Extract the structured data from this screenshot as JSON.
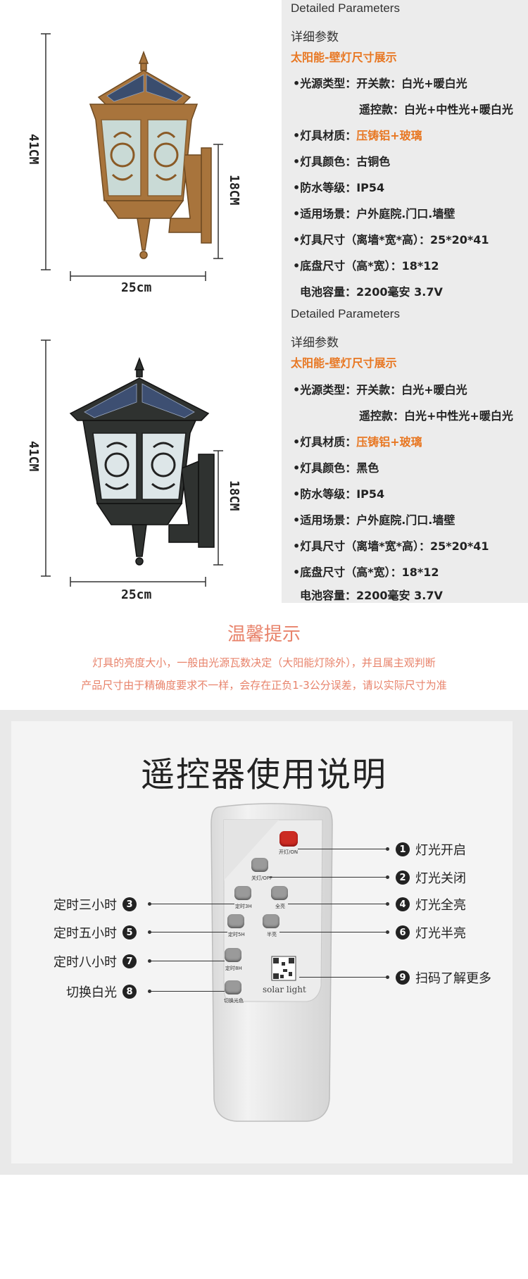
{
  "products": [
    {
      "header_en": "Detailed Parameters",
      "header_cn": "详细参数",
      "subtitle": "太阳能-壁灯尺寸展示",
      "specs": {
        "light_type_label": "•光源类型：",
        "light_type_a": "开关款：白光+暖白光",
        "light_type_b": "遥控款：白光+中性光+暖白光",
        "material_label": "•灯具材质：",
        "material_value": "压铸铝+玻璃",
        "color_line": "•灯具颜色：古铜色",
        "waterproof_line": "•防水等级：IP54",
        "scene_line": "•适用场景：户外庭院.门口.墙壁",
        "size_line": "•灯具尺寸（离墙*宽*高）：25*20*41",
        "base_line": "•底盘尺寸（高*宽）：18*12",
        "battery_line": "电池容量：2200毫安 3.7V"
      },
      "dims": {
        "height": "41CM",
        "base": "18CM",
        "width": "25cm"
      },
      "lamp_color": "#a8743c"
    },
    {
      "header_en": "Detailed Parameters",
      "header_cn": "详细参数",
      "subtitle": "太阳能-壁灯尺寸展示",
      "specs": {
        "light_type_label": "•光源类型：",
        "light_type_a": "开关款：白光+暖白光",
        "light_type_b": "遥控款：白光+中性光+暖白光",
        "material_label": "•灯具材质：",
        "material_value": "压铸铝+玻璃",
        "color_line": "•灯具颜色：黑色",
        "waterproof_line": "•防水等级：IP54",
        "scene_line": "•适用场景：户外庭院.门口.墙壁",
        "size_line": "•灯具尺寸（离墙*宽*高）：25*20*41",
        "base_line": "•底盘尺寸（高*宽）：18*12",
        "battery_line": "电池容量：2200毫安 3.7V"
      },
      "dims": {
        "height": "41CM",
        "base": "18CM",
        "width": "25cm"
      },
      "lamp_color": "#2f3230"
    }
  ],
  "tips": {
    "title": "温馨提示",
    "line1": "灯具的亮度大小，一般由光源瓦数决定（大阳能灯除外），并且属主观判断",
    "line2": "产品尺寸由于精确度要求不一样，会存在正负1-3公分误差，请以实际尺寸为准"
  },
  "remote": {
    "title": "遥控器使用说明",
    "brand": "solar light",
    "buttons": {
      "on": "开灯/ON",
      "off": "关灯/OFF",
      "t3": "定时3H",
      "full": "全亮",
      "t5": "定时5H",
      "half": "半亮",
      "t8": "定时8H",
      "switch": "切换光色"
    },
    "labels": {
      "n1": "1",
      "l1": "灯光开启",
      "n2": "2",
      "l2": "灯光关闭",
      "n3": "3",
      "l3": "定时三小时",
      "n4": "4",
      "l4": "灯光全亮",
      "n5": "5",
      "l5": "定时五小时",
      "n6": "6",
      "l6": "灯光半亮",
      "n7": "7",
      "l7": "定时八小时",
      "n8": "8",
      "l8": "切换白光",
      "n9": "9",
      "l9": "扫码了解更多"
    }
  }
}
